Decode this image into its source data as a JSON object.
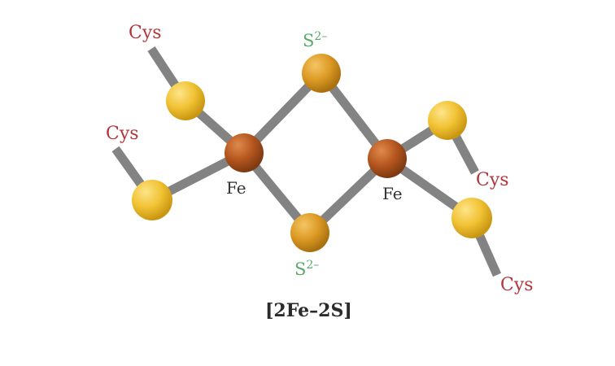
{
  "colors": {
    "bond": "#838383",
    "cys_label": "#b3343a",
    "sulfide_label": "#5aa96a",
    "fe_label": "#333333",
    "title": "#2b2b2b",
    "fe_atom": "#b4561e",
    "sulfide_atom": "#dc9a24",
    "cys_s_atom": "#f1c233"
  },
  "labels": {
    "cys": "Cys",
    "sulfide_base": "S",
    "sulfide_charge": "2–",
    "fe": "Fe",
    "title": "[2Fe–2S]"
  }
}
